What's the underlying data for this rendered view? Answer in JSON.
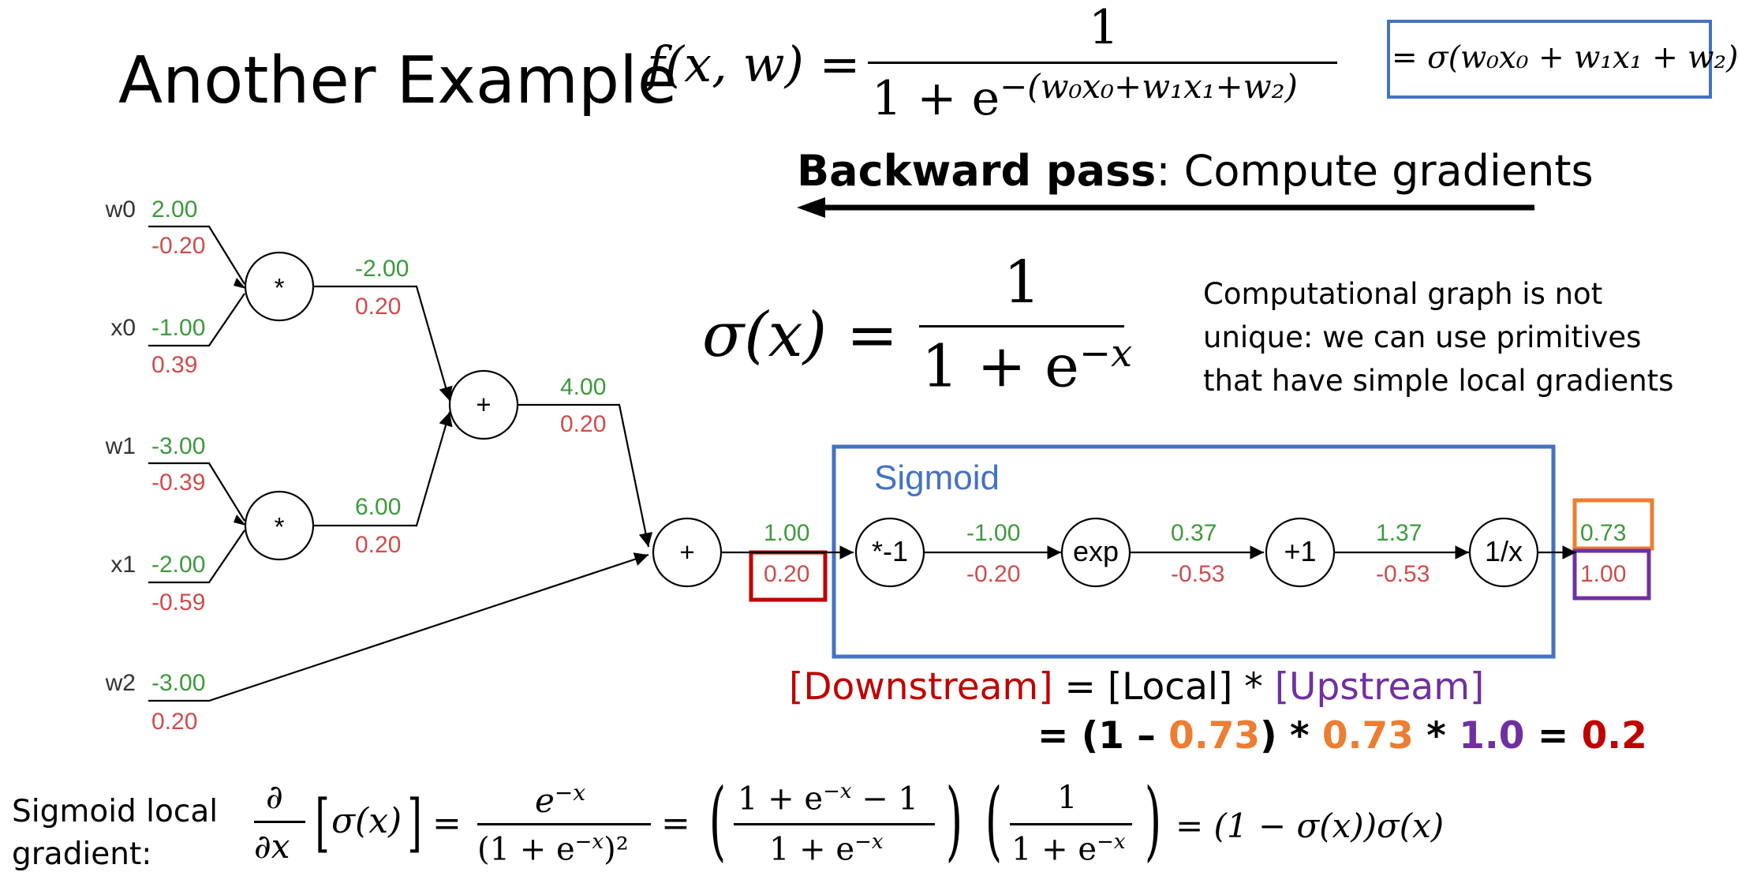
{
  "title": "Another Example",
  "formula_top": {
    "lhs": "f(x, w) =",
    "numerator": "1",
    "denominator": "1 + e",
    "exponent": "−(w₀x₀+w₁x₁+w₂)",
    "boxed": "= σ(w₀x₀ + w₁x₁ + w₂)"
  },
  "header": {
    "bold": "Backward pass",
    "rest": ": Compute gradients"
  },
  "sigma_def": {
    "lhs": "σ(x) =",
    "numerator": "1",
    "denominator": "1 + e",
    "exponent": "−x"
  },
  "note": {
    "line1": "Computational graph is not",
    "line2": "unique: we can use primitives",
    "line3": "that have simple local gradients"
  },
  "sigmoid_box_label": "Sigmoid",
  "inputs": [
    {
      "name": "w0",
      "value": "2.00",
      "grad": "-0.20"
    },
    {
      "name": "x0",
      "value": "-1.00",
      "grad": "0.39"
    },
    {
      "name": "w1",
      "value": "-3.00",
      "grad": "-0.39"
    },
    {
      "name": "x1",
      "value": "-2.00",
      "grad": "-0.59"
    },
    {
      "name": "w2",
      "value": "-3.00",
      "grad": "0.20"
    }
  ],
  "nodes": {
    "mul0": "*",
    "mul1": "*",
    "add0": "+",
    "add1": "+",
    "neg": "*-1",
    "exp": "exp",
    "plus1": "+1",
    "recip": "1/x"
  },
  "edges": {
    "mul0_out": {
      "value": "-2.00",
      "grad": "0.20"
    },
    "mul1_out": {
      "value": "6.00",
      "grad": "0.20"
    },
    "add0_out": {
      "value": "4.00",
      "grad": "0.20"
    },
    "add1_out": {
      "value": "1.00",
      "grad": "0.20"
    },
    "neg_out": {
      "value": "-1.00",
      "grad": "-0.20"
    },
    "exp_out": {
      "value": "0.37",
      "grad": "-0.53"
    },
    "plus1_out": {
      "value": "1.37",
      "grad": "-0.53"
    },
    "recip_out": {
      "value": "0.73",
      "grad": "1.00"
    }
  },
  "equation": {
    "line1": {
      "downstream": "[Downstream]",
      "eq": " = ",
      "local": "[Local]",
      "star": " * ",
      "upstream": "[Upstream]"
    },
    "line2": {
      "p1": "= (1 – ",
      "v1": "0.73",
      "p2": ") * ",
      "v2": "0.73",
      "p3": " * ",
      "v3": "1.0",
      "p4": " = ",
      "v4": "0.2"
    }
  },
  "sigmoid_local_label": {
    "line1": "Sigmoid local",
    "line2": "gradient:"
  },
  "derivative": {
    "d_num": "∂",
    "d_den": "∂x",
    "bracket": "σ(x)",
    "eq": "=",
    "f1_num": "e",
    "f1_num_exp": "−x",
    "f1_den": "(1 + e",
    "f1_den_exp": "−x",
    "f1_den_tail": ")²",
    "f2_num": "1 + e",
    "f2_num_exp": "−x",
    "f2_num_tail": " − 1",
    "f2_den": "1 + e",
    "f2_den_exp": "−x",
    "f3_num": "1",
    "f3_den": "1 + e",
    "f3_den_exp": "−x",
    "result": "= (1 − σ(x))σ(x)"
  },
  "colors": {
    "forward_value": "#3c9a3c",
    "gradient": "#d24b4b",
    "sigmoid_box": "#4472c4",
    "red_box": "#c00000",
    "orange_box": "#ed7d31",
    "purple_box": "#7030a0"
  }
}
